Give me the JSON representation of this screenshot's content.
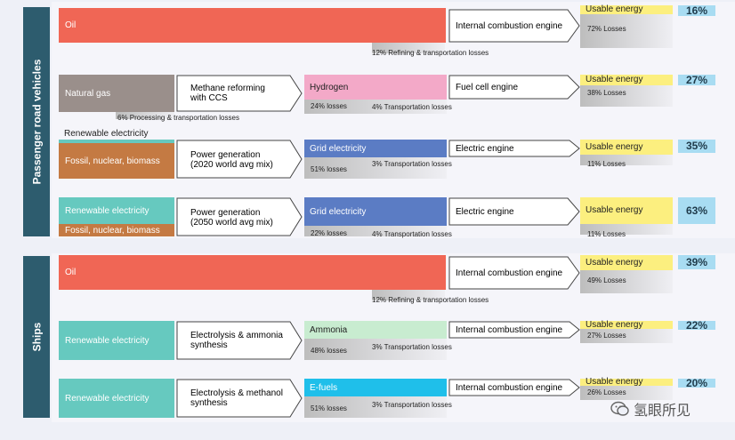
{
  "sections": {
    "road": "Passenger road vehicles",
    "ships": "Ships"
  },
  "rows": [
    {
      "source": "Oil",
      "engine": "Internal combustion engine",
      "engine_loss": "72% Losses",
      "refine_loss": "12% Refining & transportation losses",
      "usable": "Usable energy",
      "pct": "16%"
    },
    {
      "source": "Natural gas",
      "process": "Methane reforming with CCS",
      "process_loss": "6% Processing & transportation losses",
      "carrier": "Hydrogen",
      "carrier_loss": "24% losses",
      "transport_loss": "4% Transportation losses",
      "engine": "Fuel cell engine",
      "engine_loss": "38% Losses",
      "usable": "Usable energy",
      "pct": "27%"
    },
    {
      "source_top": "Renewable electricity",
      "source": "Fossil, nuclear, biomass",
      "process": "Power generation (2020 world avg mix)",
      "carrier": "Grid electricity",
      "carrier_loss": "51% losses",
      "transport_loss": "3% Transportation losses",
      "engine": "Electric engine",
      "engine_loss": "11% Losses",
      "usable": "Usable energy",
      "pct": "35%"
    },
    {
      "source": "Renewable electricity",
      "source_bottom": "Fossil, nuclear, biomass",
      "process": "Power generation (2050 world avg mix)",
      "carrier": "Grid electricity",
      "carrier_loss": "22% losses",
      "transport_loss": "4% Transportation losses",
      "engine": "Electric engine",
      "engine_loss": "11% Losses",
      "usable": "Usable energy",
      "pct": "63%"
    },
    {
      "source": "Oil",
      "engine": "Internal combustion engine",
      "engine_loss": "49% Losses",
      "refine_loss": "12% Refining & transportation losses",
      "usable": "Usable energy",
      "pct": "39%"
    },
    {
      "source": "Renewable electricity",
      "process": "Electrolysis & ammonia synthesis",
      "carrier": "Ammonia",
      "carrier_loss": "48% losses",
      "transport_loss": "3% Transportation losses",
      "engine": "Internal combustion engine",
      "engine_loss": "27% Losses",
      "usable": "Usable energy",
      "pct": "22%"
    },
    {
      "source": "Renewable electricity",
      "process": "Electrolysis & methanol synthesis",
      "carrier": "E-fuels",
      "carrier_loss": "51% losses",
      "transport_loss": "3% Transportation losses",
      "engine": "Internal combustion engine",
      "engine_loss": "26% Losses",
      "usable": "Usable energy",
      "pct": "20%"
    }
  ],
  "watermark": "氢眼所见",
  "colors": {
    "oil": "#f06655",
    "gas": "#9a8f8b",
    "fossil": "#c47a43",
    "renewable": "#66c9bf",
    "hydrogen": "#f3a9c8",
    "grid": "#5b7cc4",
    "ammonia": "#c8ecd0",
    "efuels": "#1fbfea"
  }
}
